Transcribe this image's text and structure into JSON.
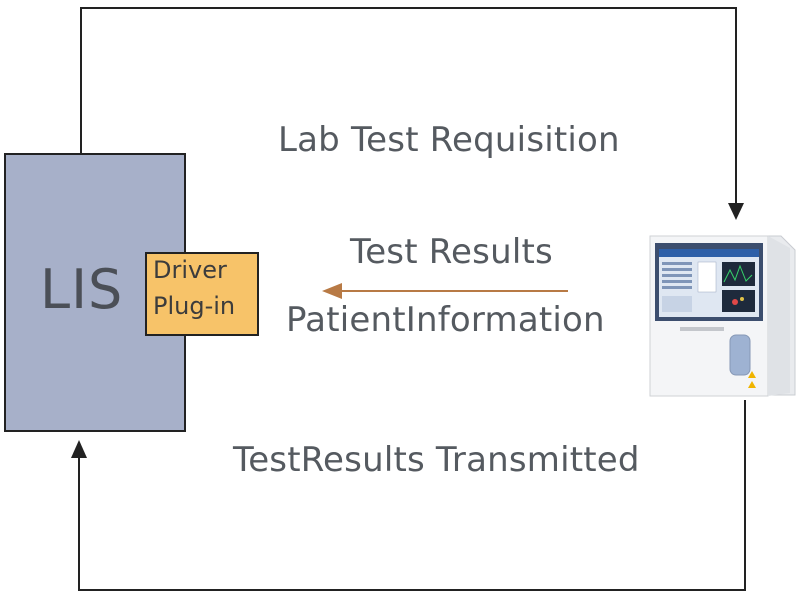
{
  "labels": {
    "requisition": "Lab Test Requisition",
    "test_results": "Test Results",
    "patient_info": "PatientInformation",
    "transmitted": "TestResults Transmitted"
  },
  "lis": {
    "title": "LIS",
    "plugin_line1": "Driver",
    "plugin_line2": "Plug-in"
  },
  "colors": {
    "lis_fill": "#a7b0c9",
    "plugin_fill": "#f7c369",
    "line": "#222222",
    "arrow_brown": "#b87a45",
    "text": "#555a60"
  },
  "icons": {
    "analyzer": "hematology-analyzer-icon"
  }
}
